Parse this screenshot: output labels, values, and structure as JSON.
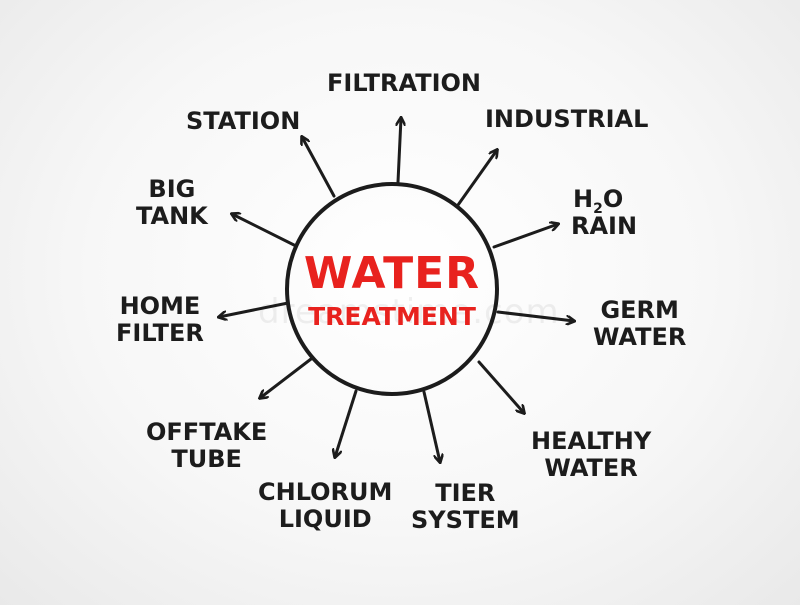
{
  "center": {
    "line1": "WATER",
    "line2": "TREATMENT"
  },
  "watermark": "dreamstime.com",
  "labels": {
    "filtration": "FILTRATION",
    "station": "STATION",
    "industrial": "INDUSTRIAL",
    "big_tank": [
      "BIG",
      "TANK"
    ],
    "h2o_prefix": "H",
    "h2o_sub": "2",
    "h2o_suffix": "O",
    "rain": "RAIN",
    "home_filter": [
      "HOME",
      "FILTER"
    ],
    "germ_water": [
      "GERM",
      "WATER"
    ],
    "offtake_tube": [
      "OFFTAKE",
      "TUBE"
    ],
    "healthy_water": [
      "HEALTHY",
      "WATER"
    ],
    "chlorum_liquid": [
      "CHLORUM",
      "LIQUID"
    ],
    "tier_system": [
      "TIER",
      "SYSTEM"
    ]
  },
  "colors": {
    "accent": "#e8221e",
    "ink": "#1c1c1c"
  }
}
